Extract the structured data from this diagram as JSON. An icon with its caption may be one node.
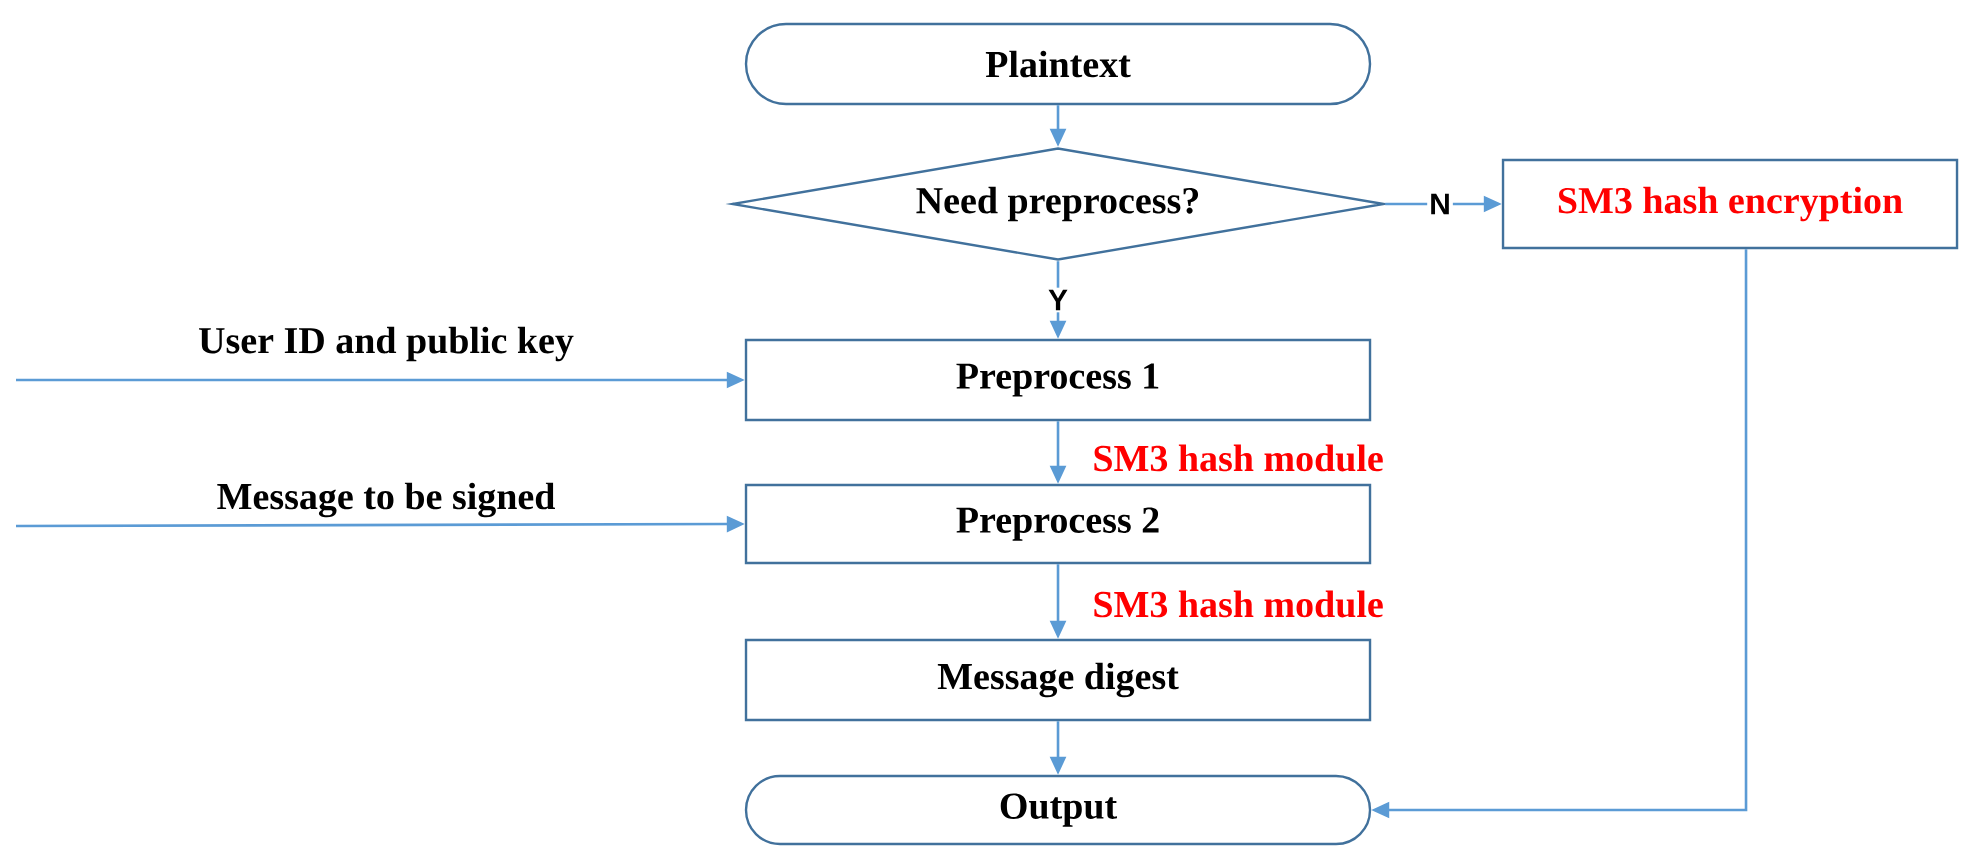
{
  "diagram": {
    "nodes": [
      {
        "text": [
          "Plaintext"
        ]
      },
      {
        "text": [
          "Need preprocess?"
        ]
      },
      {
        "text": [
          "SM3 hash encryption"
        ]
      },
      {
        "text": [
          "Preprocess 1"
        ]
      },
      {
        "text": [
          "Preprocess 2"
        ]
      },
      {
        "text": [
          "Message digest"
        ]
      },
      {
        "text": [
          "Output"
        ]
      }
    ],
    "edges": [
      {
        "from": 0,
        "to": 1,
        "arrow": "to"
      },
      {
        "from": 1,
        "to": 2,
        "arrow": "to",
        "label": "N"
      },
      {
        "from": 1,
        "to": 3,
        "arrow": "to",
        "label": "Y"
      },
      {
        "from": null,
        "to": 3,
        "arrow": "to",
        "label": "User ID and public key"
      },
      {
        "from": 3,
        "to": 4,
        "arrow": "to",
        "label": "SM3 hash module"
      },
      {
        "from": null,
        "to": 4,
        "arrow": "to",
        "label": "Message to be signed"
      },
      {
        "from": 4,
        "to": 5,
        "arrow": "to",
        "label": "SM3 hash module"
      },
      {
        "from": 5,
        "to": 6,
        "arrow": "to"
      },
      {
        "from": 2,
        "to": 6,
        "arrow": "to"
      }
    ]
  }
}
